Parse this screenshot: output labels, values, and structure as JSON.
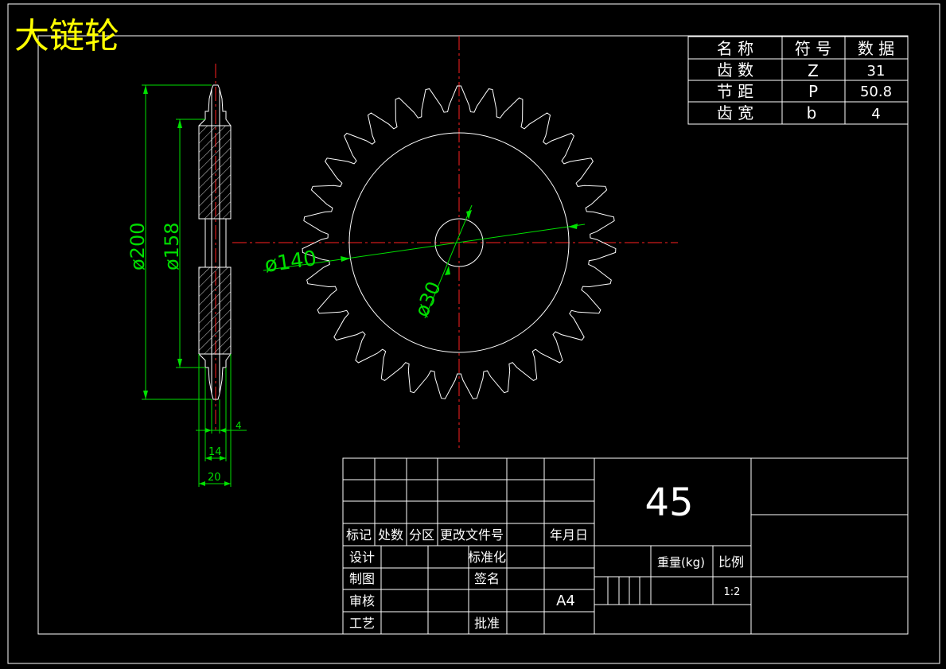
{
  "title": "大链轮",
  "param_table": {
    "headers": [
      "名 称",
      "符 号",
      "数 据"
    ],
    "rows": [
      [
        "齿 数",
        "Z",
        "31"
      ],
      [
        "节 距",
        "P",
        "50.8"
      ],
      [
        "齿 宽",
        "b",
        "4"
      ]
    ]
  },
  "dimensions": {
    "d200": "ø200",
    "d158": "ø158",
    "d140": "ø140",
    "d30": "ø30",
    "w4": "4",
    "w14": "14",
    "w20": "20"
  },
  "gear": {
    "teeth": 31
  },
  "title_block": {
    "material": "45",
    "mark": "标记",
    "count": "处数",
    "zone": "分区",
    "change_doc": "更改文件号",
    "date": "年月日",
    "design": "设计",
    "standardize": "标准化",
    "drawing": "制图",
    "sign": "签名",
    "review": "审核",
    "process": "工艺",
    "approve": "批准",
    "paper": "A4",
    "weight": "重量(kg)",
    "scale_label": "比例",
    "scale": "1:2"
  },
  "colors": {
    "outline": "#ffffff",
    "center": "#ff2020",
    "dimension": "#00e000",
    "title": "#ffff00"
  }
}
